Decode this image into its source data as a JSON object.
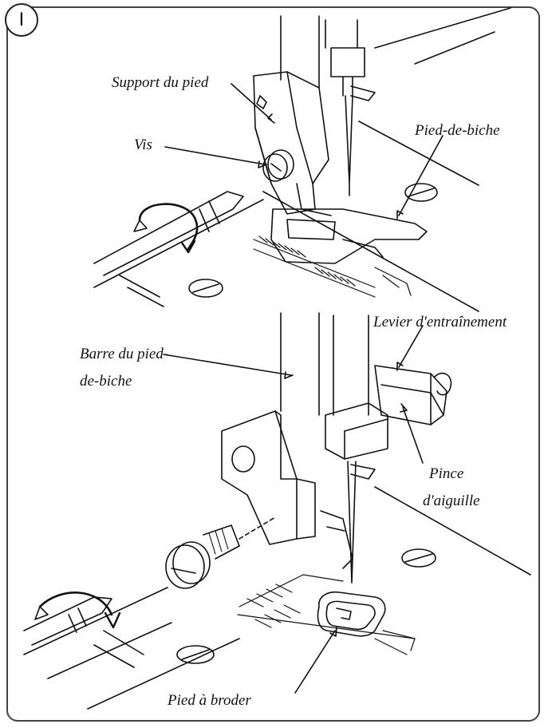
{
  "step_badge": "I",
  "labels": {
    "foot_holder": "Support du pied",
    "screw": "Vis",
    "presser_foot": "Pied-de-biche",
    "feed_lever": "Levier d'entraînement",
    "presser_bar_line1": "Barre du pied-",
    "presser_bar_line2": "de-biche",
    "needle_clamp_line1": "Pince",
    "needle_clamp_line2": "d'aiguille",
    "embroidery_foot": "Pied à broder"
  }
}
